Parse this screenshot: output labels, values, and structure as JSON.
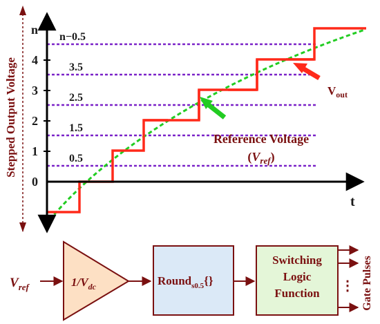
{
  "plot": {
    "y_axis_title": "Stepped Output Voltage",
    "x_axis_label": "t",
    "zero_label": "0",
    "y_tick_labels": [
      "1",
      "2",
      "3",
      "4",
      "n"
    ],
    "half_level_labels": [
      "0.5",
      "1.5",
      "2.5",
      "3.5",
      "n−0.5"
    ],
    "vout_label_main": "V",
    "vout_label_sub": "out",
    "ref_label_line1": "Reference Voltage",
    "ref_label_paren_open": "(",
    "ref_label_v": "V",
    "ref_label_sub": "ref",
    "ref_label_paren_close": ")"
  },
  "block_diagram": {
    "input_v": "V",
    "input_sub": "ref",
    "gain_label": "1/V",
    "gain_sub": "dc",
    "round_label": "Round",
    "round_sub": "s0.5",
    "round_suffix": "{}",
    "logic_line1": "Switching",
    "logic_line2": "Logic",
    "logic_line3": "Function",
    "ellipsis": "⋮",
    "output_label": "Gate Pulses"
  },
  "colors": {
    "staircase": "#ff2a1a",
    "reference": "#22cc22",
    "half_levels": "#7a22c8",
    "labels": "#7a1010",
    "gain_fill": "#fde0c4",
    "round_fill": "#dbe9f7",
    "logic_fill": "#e4f6d8"
  }
}
